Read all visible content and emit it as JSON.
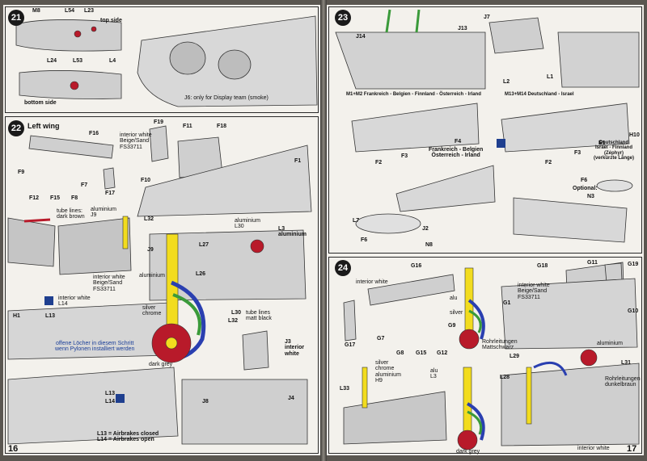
{
  "page_left": {
    "number": "16",
    "step21": {
      "badge": "21",
      "labels": {
        "m8": "M8",
        "l54": "L54",
        "l23": "L23",
        "top_side": "top side",
        "l24": "L24",
        "l53": "L53",
        "l4": "L4",
        "bottom_side": "bottom side",
        "j6_note": "J6: only for Display team (smoke)"
      }
    },
    "step22": {
      "badge": "22",
      "title": "Left wing",
      "labels": {
        "f19": "F19",
        "f11": "F11",
        "f18": "F18",
        "f16": "F16",
        "f9": "F9",
        "f12": "F12",
        "f15": "F15",
        "f8": "F8",
        "f7": "F7",
        "f17": "F17",
        "f10": "F10",
        "f1": "F1",
        "int_white_beige": "interior white\nBeige/Sand\nFS33711",
        "tube_lines": "tube lines:\ndark brown",
        "alu_j9": "aluminium\nJ9",
        "l32": "L32",
        "j9": "J9",
        "aluminium": "aluminium",
        "alu_l30": "aluminium\nL30",
        "l3_alu": "L3\naluminium",
        "l27": "L27",
        "int_white_beige2": "interior white\nBeige/Sand\nFS33711",
        "l26": "L26",
        "silver_chrome": "silver\nchrome",
        "l30": "L30",
        "l32b": "L32",
        "tube_matt_black": "tube lines\nmatt black",
        "int_white_l14": "interior white\nL14",
        "h1": "H1",
        "l13": "L13",
        "offene": "offene Löcher in diesem Schritt\nwenn Pylonen installiert werden",
        "dark_grey": "dark grey",
        "j3_int": "J3\ninterior\nwhite",
        "l13b": "L13",
        "l14b": "L14",
        "j8": "J8",
        "j4": "J4",
        "airbrakes": "L13 = Airbrakes closed\nL14 = Airbrakes open"
      }
    }
  },
  "page_right": {
    "number": "17",
    "step23": {
      "badge": "23",
      "labels": {
        "j7": "J7",
        "j14": "J14",
        "j13": "J13",
        "l2": "L2",
        "l1": "L1",
        "m1m2": "M1+M2 Frankreich - Belgien - Finnland - Österreich - Irland",
        "m13m14": "M13+M14 Deutschland - Israel",
        "h10": "H10",
        "deutschland": "Deutschland\nIsrael - Finnland\n(Zéphyr)\n(verkürzte Länge)",
        "f4": "F4",
        "f4_countries": "Frankreich - Belgien\nÖsterreich - Irland",
        "f2": "F2",
        "f3": "F3",
        "e1": "E1",
        "f2b": "F2",
        "f3b": "F3",
        "f6": "F6",
        "optional": "Optional:",
        "n3": "N3",
        "l7": "L7",
        "j2": "J2",
        "f6b": "F6",
        "n8": "N8"
      }
    },
    "step24": {
      "badge": "24",
      "labels": {
        "g16": "G16",
        "int_white": "interior white",
        "g18": "G18",
        "g11": "G11",
        "g19": "G19",
        "int_white_beige": "interior white\nBeige/Sand\nFS33711",
        "g1": "G1",
        "g10": "G10",
        "alu": "alu",
        "silver": "silver",
        "g9": "G9",
        "g17": "G17",
        "g7": "G7",
        "g8": "G8",
        "g15": "G15",
        "g12": "G12",
        "rohr_matt": "Rohrleitungen\nMattschwarz",
        "aluminium": "aluminium",
        "l29": "L29",
        "l31": "L31",
        "l28": "L28",
        "silver_chrome_alu": "silver\nchrome\naluminium\nH9",
        "alu_l3": "alu\nL3",
        "l33": "L33",
        "rohr_dunkel": "Rohrleitungen\ndunkelbraun",
        "dark_grey": "dark grey",
        "int_white2": "interior white"
      }
    }
  },
  "colors": {
    "yellow": "#f2dc1e",
    "red": "#b81a2a",
    "blue": "#2a3fb0",
    "green": "#3a9a3a",
    "grey": "#c9c9c9",
    "dark_grey": "#8a8a8a",
    "outline": "#333333"
  }
}
